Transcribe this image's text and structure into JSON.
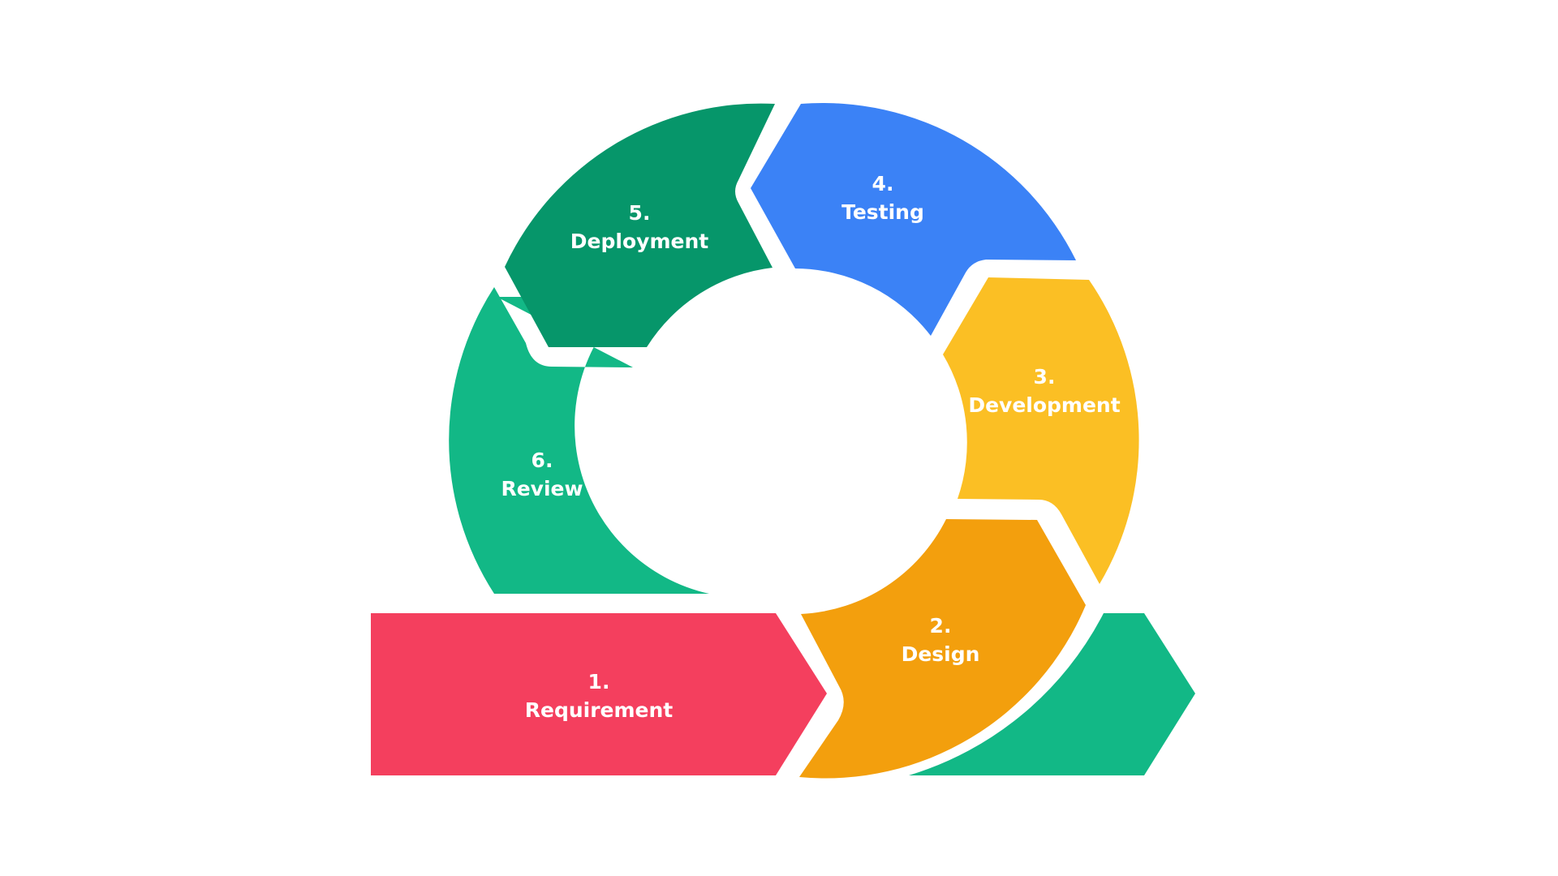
{
  "diagram": {
    "type": "cycle",
    "stages": [
      {
        "id": "requirement",
        "number": "1.",
        "name": "Requirement",
        "color": "#F43F5E"
      },
      {
        "id": "design",
        "number": "2.",
        "name": "Design",
        "color": "#F39F0D"
      },
      {
        "id": "development",
        "number": "3.",
        "name": "Development",
        "color": "#FBBF24"
      },
      {
        "id": "testing",
        "number": "4.",
        "name": "Testing",
        "color": "#3B82F6"
      },
      {
        "id": "deployment",
        "number": "5.",
        "name": "Deployment",
        "color": "#06966A"
      },
      {
        "id": "review",
        "number": "6.",
        "name": "Review",
        "color": "#12B886"
      }
    ],
    "exit_arrow": {
      "color": "#12B886"
    }
  }
}
